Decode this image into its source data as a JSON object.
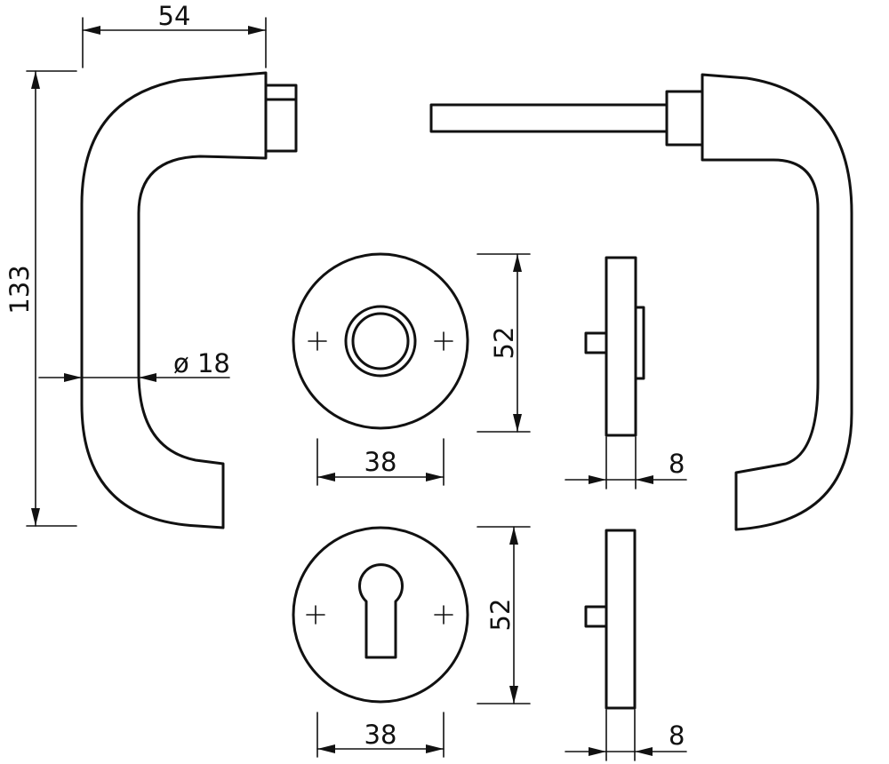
{
  "dimensions": {
    "handle_width": "54",
    "handle_height": "133",
    "handle_diameter": "ø 18",
    "rose_height": "52",
    "rose_diameter": "38",
    "rose_thickness": "8",
    "escutcheon_height": "52",
    "escutcheon_diameter": "38",
    "escutcheon_thickness": "8"
  },
  "colors": {
    "line": "#111111",
    "background": "#ffffff"
  }
}
